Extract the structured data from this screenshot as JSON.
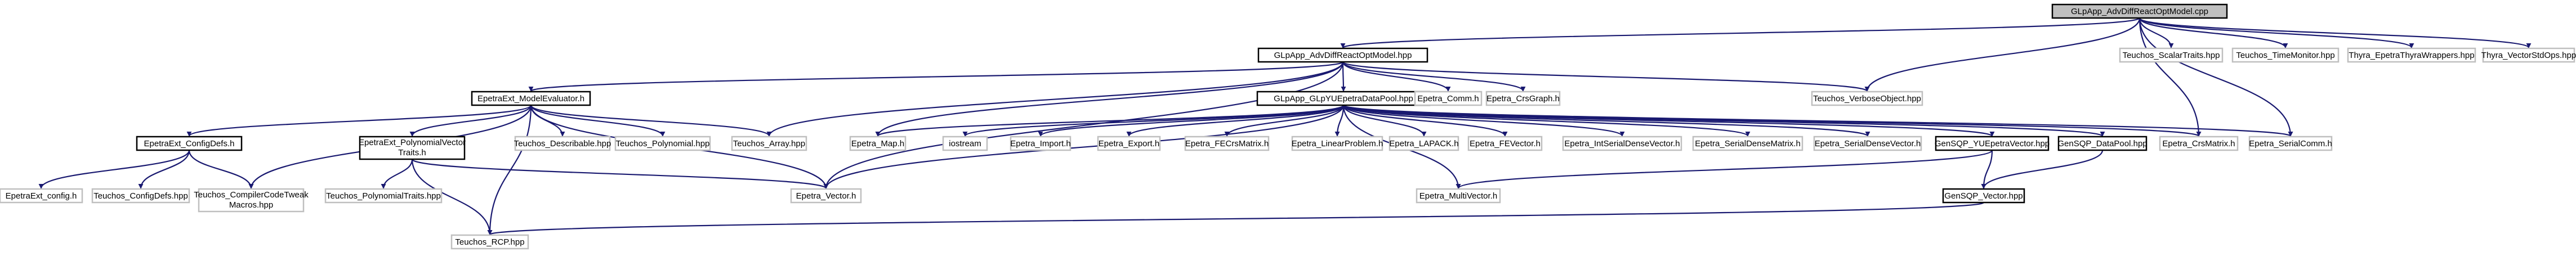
{
  "diagram": {
    "type": "include-dependency-graph",
    "colors": {
      "edge": "#191970",
      "root_fill": "#bfbfbf",
      "documented_fill": "#ffffff",
      "documented_border": "#000000",
      "external_border": "#bfbfbf"
    },
    "nodes": [
      {
        "id": "root",
        "label": "GLpApp_AdvDiffReactOptModel.cpp",
        "kind": "root"
      },
      {
        "id": "glpmodel",
        "label": "GLpApp_AdvDiffReactOptModel.hpp",
        "kind": "documented"
      },
      {
        "id": "scalar",
        "label": "Teuchos_ScalarTraits.hpp",
        "kind": "external"
      },
      {
        "id": "timemon",
        "label": "Teuchos_TimeMonitor.hpp",
        "kind": "external"
      },
      {
        "id": "thyrawrap",
        "label": "Thyra_EpetraThyraWrappers.hpp",
        "kind": "external"
      },
      {
        "id": "vecstd",
        "label": "Thyra_VectorStdOps.hpp",
        "kind": "external"
      },
      {
        "id": "modeleval",
        "label": "EpetraExt_ModelEvaluator.h",
        "kind": "documented"
      },
      {
        "id": "datapool",
        "label": "GLpApp_GLpYUEpetraDataPool.hpp",
        "kind": "documented"
      },
      {
        "id": "comm",
        "label": "Epetra_Comm.h",
        "kind": "external"
      },
      {
        "id": "crsgraph",
        "label": "Epetra_CrsGraph.h",
        "kind": "external"
      },
      {
        "id": "verbose",
        "label": "Teuchos_VerboseObject.hpp",
        "kind": "external"
      },
      {
        "id": "configdefs",
        "label": "EpetraExt_ConfigDefs.h",
        "kind": "documented"
      },
      {
        "id": "polytraits",
        "label": "EpetraExt_PolynomialVector Traits.h",
        "kind": "documented"
      },
      {
        "id": "describable",
        "label": "Teuchos_Describable.hpp",
        "kind": "external"
      },
      {
        "id": "polynomial",
        "label": "Teuchos_Polynomial.hpp",
        "kind": "external"
      },
      {
        "id": "array",
        "label": "Teuchos_Array.hpp",
        "kind": "external"
      },
      {
        "id": "map",
        "label": "Epetra_Map.h",
        "kind": "external"
      },
      {
        "id": "iostream",
        "label": "iostream",
        "kind": "external"
      },
      {
        "id": "import",
        "label": "Epetra_Import.h",
        "kind": "external"
      },
      {
        "id": "export",
        "label": "Epetra_Export.h",
        "kind": "external"
      },
      {
        "id": "fecrs",
        "label": "Epetra_FECrsMatrix.h",
        "kind": "external"
      },
      {
        "id": "linprob",
        "label": "Epetra_LinearProblem.h",
        "kind": "external"
      },
      {
        "id": "lapack",
        "label": "Epetra_LAPACK.h",
        "kind": "external"
      },
      {
        "id": "fevector",
        "label": "Epetra_FEVector.h",
        "kind": "external"
      },
      {
        "id": "intserialdense",
        "label": "Epetra_IntSerialDenseVector.h",
        "kind": "external"
      },
      {
        "id": "serialdensemat",
        "label": "Epetra_SerialDenseMatrix.h",
        "kind": "external"
      },
      {
        "id": "serialdensevec",
        "label": "Epetra_SerialDenseVector.h",
        "kind": "external"
      },
      {
        "id": "gensqpyu",
        "label": "GenSQP_YUEpetraVector.hpp",
        "kind": "documented"
      },
      {
        "id": "gensqpdp",
        "label": "GenSQP_DataPool.hpp",
        "kind": "documented"
      },
      {
        "id": "crsmatrix",
        "label": "Epetra_CrsMatrix.h",
        "kind": "external"
      },
      {
        "id": "serialcomm",
        "label": "Epetra_SerialComm.h",
        "kind": "external"
      },
      {
        "id": "epetraextconfig",
        "label": "EpetraExt_config.h",
        "kind": "external"
      },
      {
        "id": "teuchosconfig",
        "label": "Teuchos_ConfigDefs.hpp",
        "kind": "external"
      },
      {
        "id": "compilertweak",
        "label": "Teuchos_CompilerCodeTweak Macros.hpp",
        "kind": "external"
      },
      {
        "id": "polytraitshpp",
        "label": "Teuchos_PolynomialTraits.hpp",
        "kind": "external"
      },
      {
        "id": "vectorh",
        "label": "Epetra_Vector.h",
        "kind": "external"
      },
      {
        "id": "multivector",
        "label": "Epetra_MultiVector.h",
        "kind": "external"
      },
      {
        "id": "gensqpvector",
        "label": "GenSQP_Vector.hpp",
        "kind": "documented"
      },
      {
        "id": "rcp",
        "label": "Teuchos_RCP.hpp",
        "kind": "external"
      }
    ]
  }
}
